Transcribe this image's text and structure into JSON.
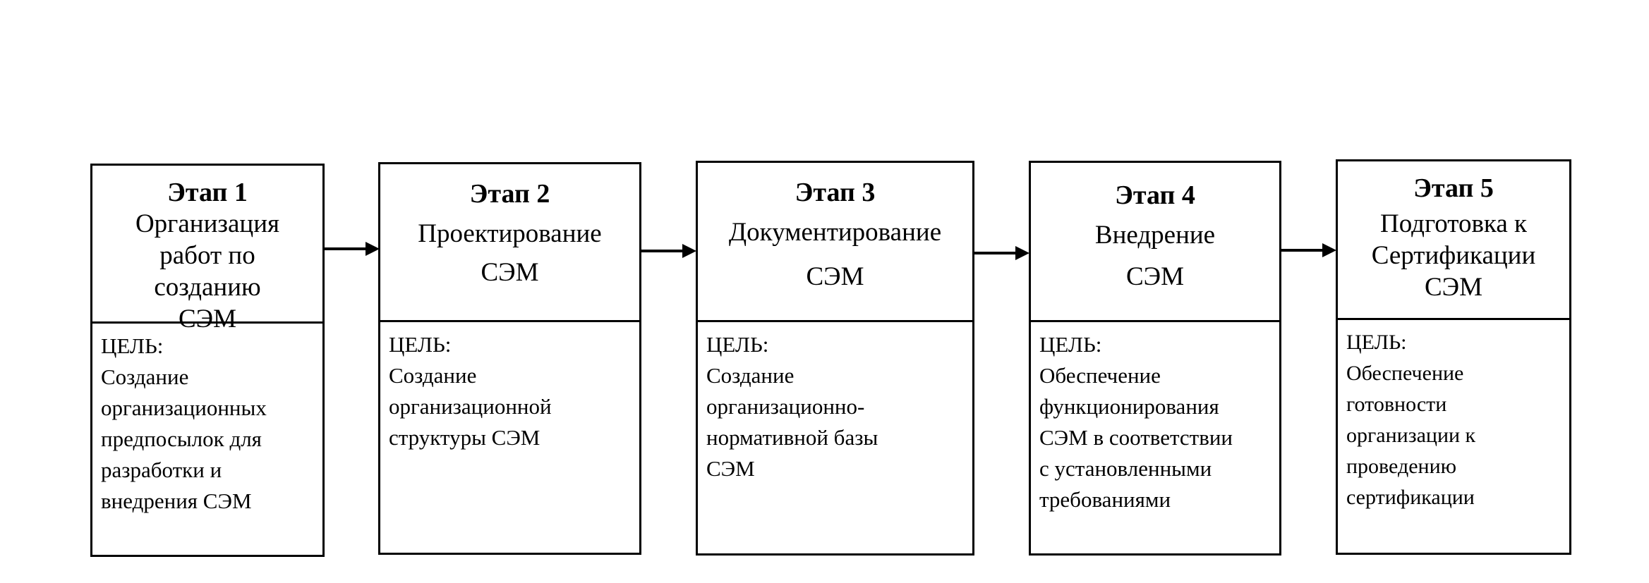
{
  "stages": [
    {
      "number": "Этап 1",
      "name": [
        "Организация",
        "работ по",
        "созданию",
        "СЭМ"
      ],
      "goal_label": "ЦЕЛЬ:",
      "goal_lines": [
        "Создание",
        "организационных",
        "предпосылок для",
        "разработки и",
        "внедрения СЭМ"
      ]
    },
    {
      "number": "Этап 2",
      "name": [
        "Проектирование",
        "СЭМ"
      ],
      "goal_label": "ЦЕЛЬ:",
      "goal_lines": [
        "Создание",
        "организационной",
        "структуры СЭМ"
      ]
    },
    {
      "number": "Этап 3",
      "name": [
        "Документирование",
        "СЭМ"
      ],
      "goal_label": "ЦЕЛЬ:",
      "goal_lines": [
        "Создание",
        "организационно-",
        "нормативной базы",
        "СЭМ"
      ]
    },
    {
      "number": "Этап 4",
      "name": [
        "Внедрение",
        "СЭМ"
      ],
      "goal_label": "ЦЕЛЬ:",
      "goal_lines": [
        "Обеспечение",
        "функционирования",
        "СЭМ в соответствии",
        "с установленными",
        "требованиями"
      ]
    },
    {
      "number": "Этап 5",
      "name": [
        "Подготовка к",
        "Сертификации",
        "СЭМ"
      ],
      "goal_label": "ЦЕЛЬ:",
      "goal_lines": [
        "Обеспечение",
        "готовности",
        "организации к",
        "проведению",
        "сертификации"
      ]
    }
  ]
}
